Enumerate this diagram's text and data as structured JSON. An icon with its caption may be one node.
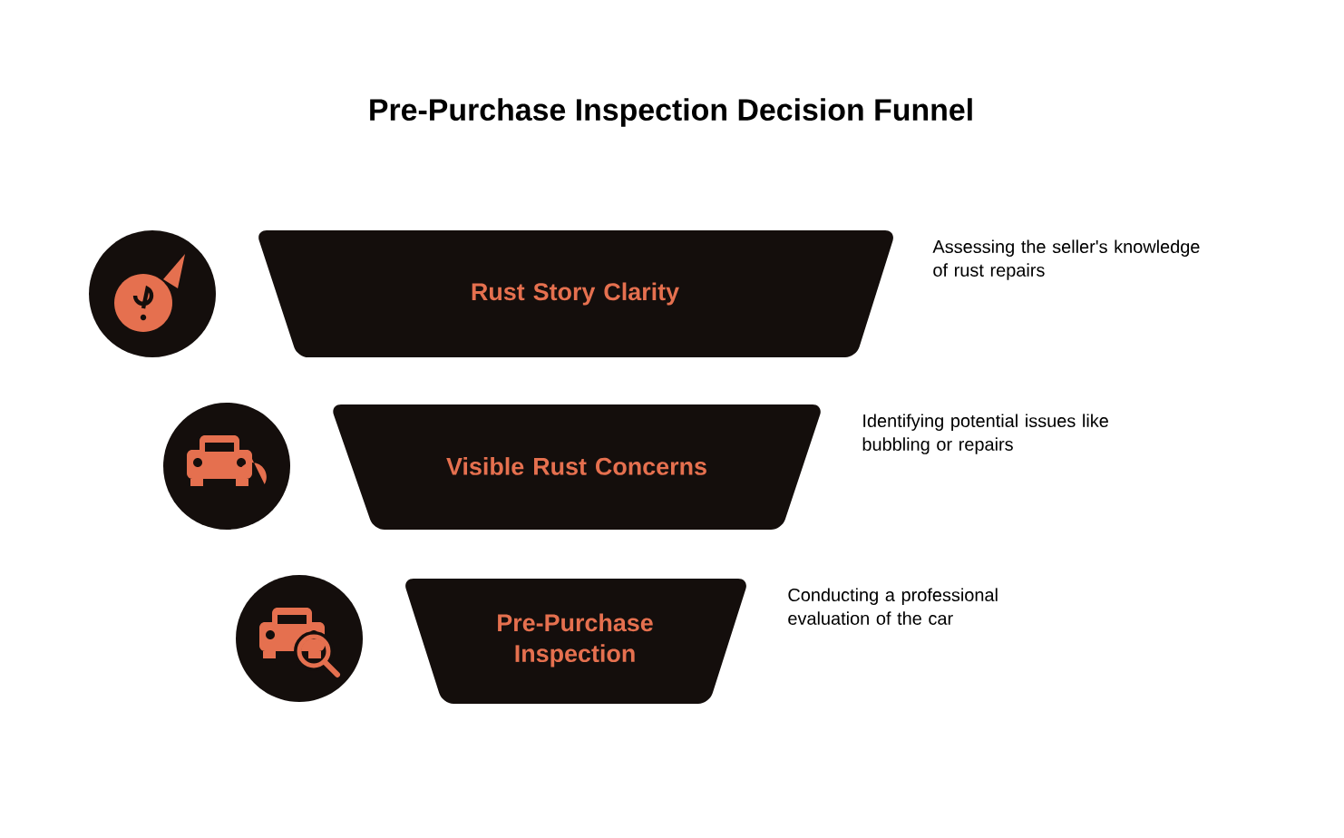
{
  "diagram": {
    "title": "Pre-Purchase Inspection Decision Funnel",
    "nodes": [
      {
        "text": [
          "Rust Story Clarity"
        ],
        "beside": [
          "Assessing the seller's knowledge of rust repairs"
        ]
      },
      {
        "text": [
          "Visible Rust Concerns"
        ],
        "beside": [
          "Identifying potential issues like bubbling or repairs"
        ]
      },
      {
        "text": [
          "Pre-Purchase Inspection"
        ],
        "beside": [
          "Conducting a professional evaluation of the car"
        ]
      }
    ]
  }
}
